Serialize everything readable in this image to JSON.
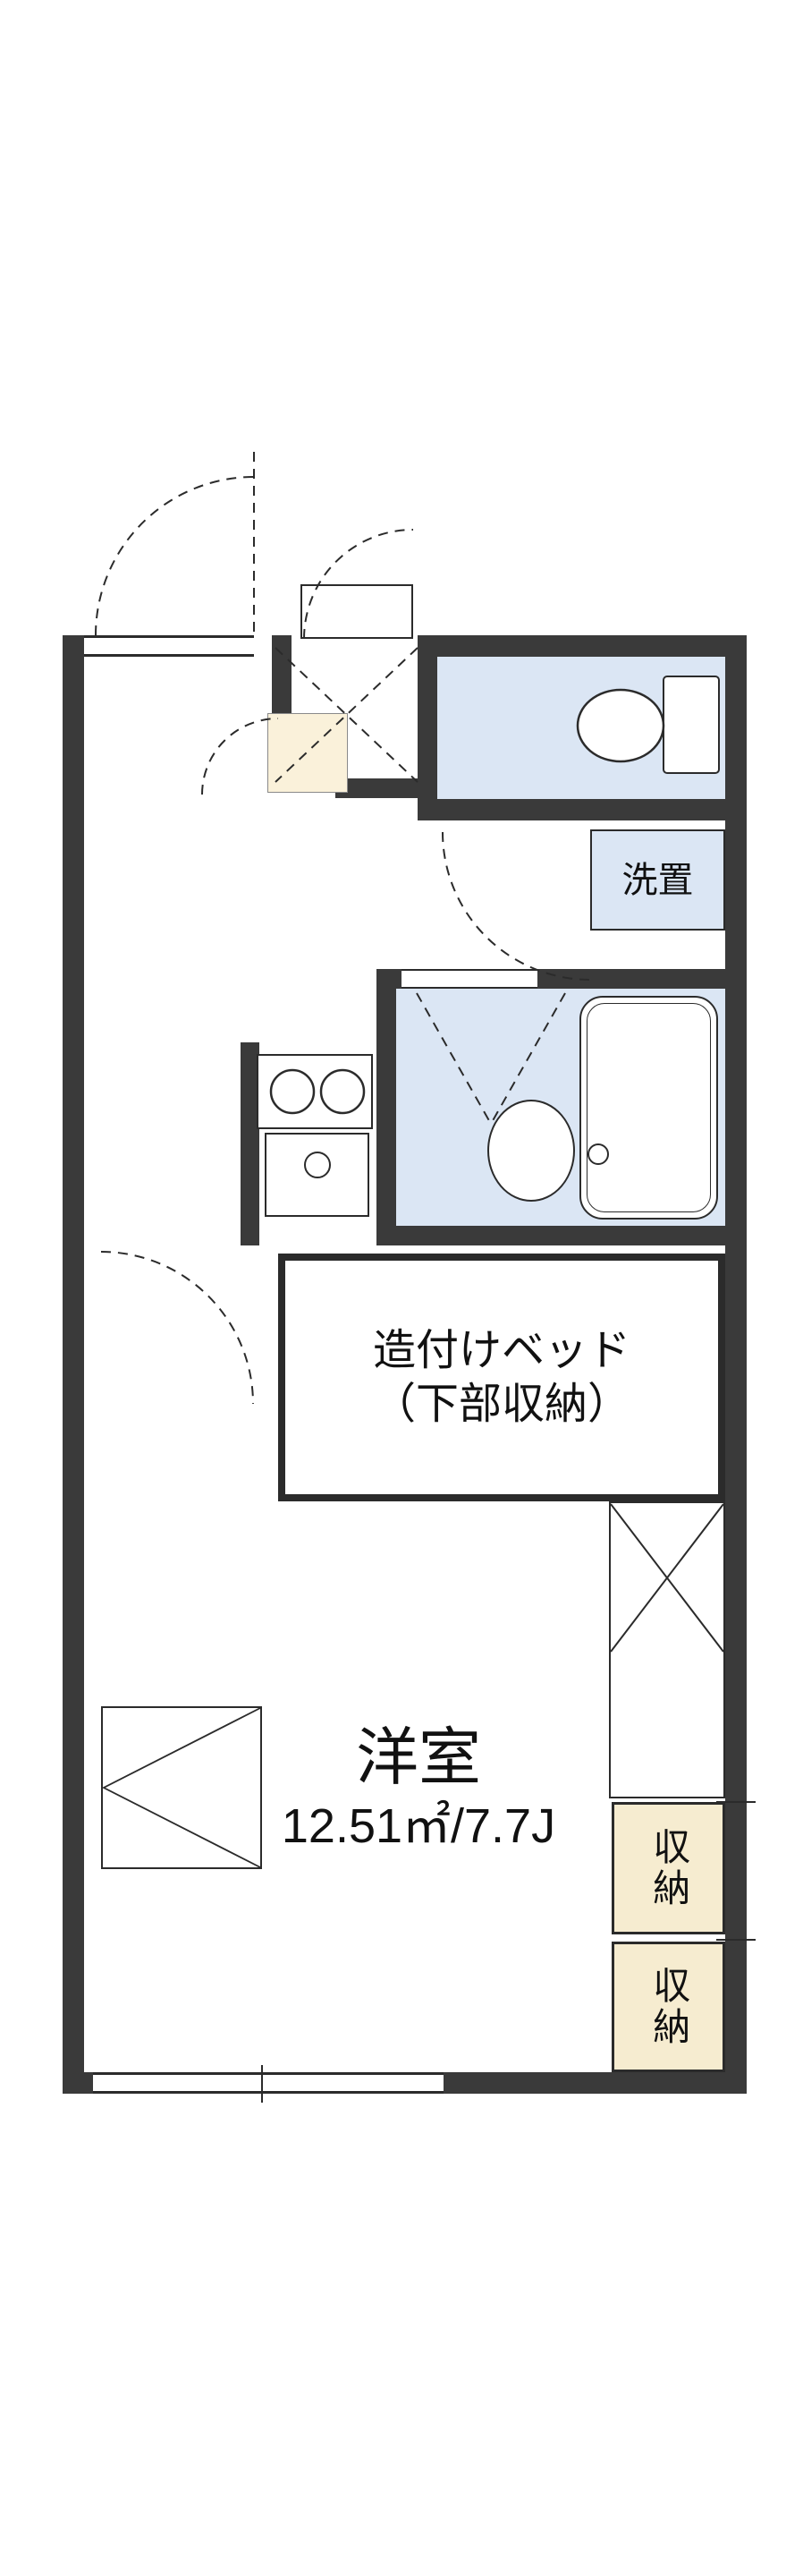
{
  "floorplan": {
    "rooms": {
      "washer_label": "洗置",
      "bed": {
        "line1": "造付けベッド",
        "line2": "（下部収納）"
      },
      "main_room": {
        "name": "洋室",
        "area": "12.51㎡/7.7J"
      },
      "storage_top": "収納",
      "storage_bottom": "収納"
    },
    "colors": {
      "wall": "#3a3a3a",
      "line": "#2b2b2b",
      "water": "#dbe6f4",
      "storage": "#f6ecd0",
      "step": "#faf1da"
    }
  }
}
